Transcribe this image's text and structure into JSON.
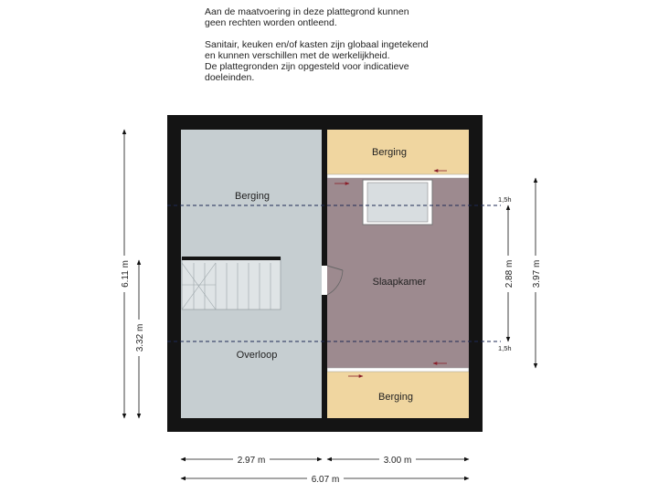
{
  "disclaimer": {
    "paragraph1": "Aan de maatvoering in deze  plattegrond kunnen\ngeen rechten worden ontleend.",
    "paragraph2": "Sanitair, keuken en/of kasten zijn globaal ingetekend\nen kunnen verschillen met de werkelijkheid.\nDe plattegronden zijn opgesteld voor indicatieve\ndoeleinden."
  },
  "rooms": {
    "berging_left": "Berging",
    "overloop": "Overloop",
    "berging_top": "Berging",
    "slaapkamer": "Slaapkamer",
    "berging_bottom": "Berging"
  },
  "dimensions": {
    "total_width": "6.07 m",
    "left_width": "2.97 m",
    "right_width": "3.00 m",
    "total_height": "6.11 m",
    "left_height": "3.32 m",
    "bedroom_height": "2.88 m",
    "right_height": "3.97 m",
    "height_line_top": "1,5h",
    "height_line_bottom": "1,5h"
  },
  "colors": {
    "wall": "#141414",
    "hall_floor": "#c6ced1",
    "bedroom_floor": "#9d8a8f",
    "storage_floor": "#f0d6a0",
    "dashed_line": "#1e2a55",
    "arrow": "#8a1f2a"
  }
}
